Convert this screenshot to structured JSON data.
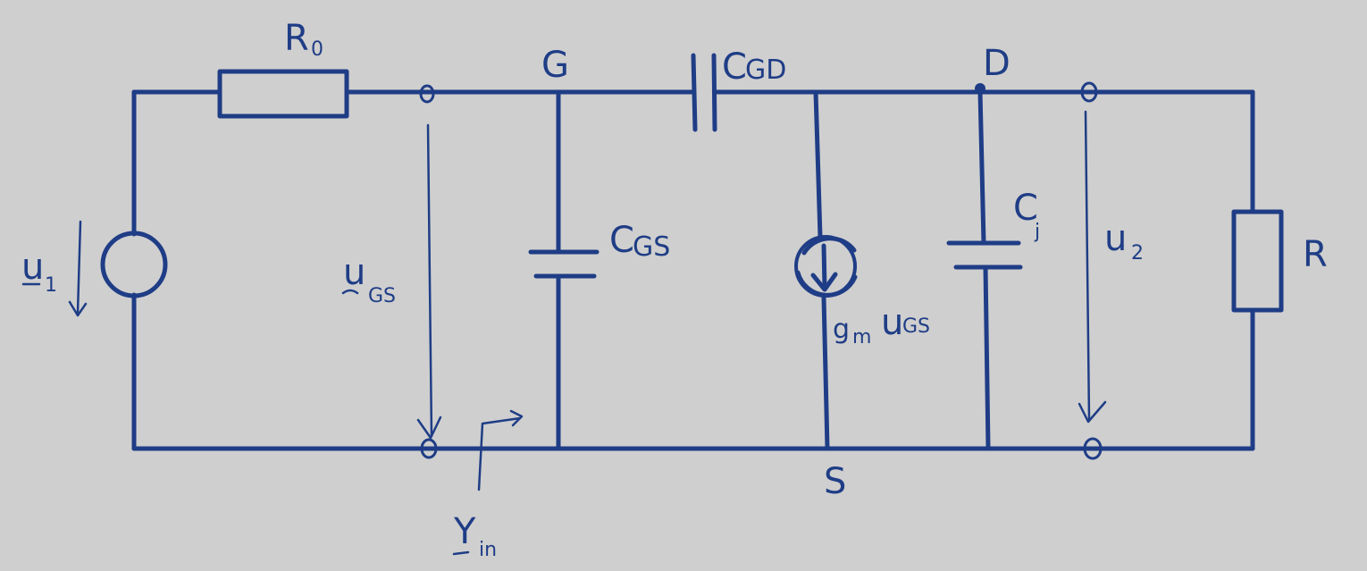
{
  "diagram": {
    "colors": {
      "background": "#cfcfcf",
      "ink": "#1f3d86"
    },
    "labels": {
      "source_resistor": "R",
      "source_resistor_sub": "0",
      "gate": "G",
      "cgd": "C",
      "cgd_sub": "GD",
      "drain": "D",
      "source_voltage": "u",
      "source_voltage_sub": "1",
      "ugs": "u",
      "ugs_sub": "GS",
      "cgs": "C",
      "cgs_sub": "GS",
      "current_source": "g",
      "current_source_sub_m": "m",
      "current_source_u": "u",
      "current_source_sub_gs": "GS",
      "cj": "C",
      "cj_sub": "j",
      "u2": "u",
      "u2_sub": "2",
      "load": "R",
      "source_node": "S",
      "yin": "Y",
      "yin_sub": "in"
    }
  }
}
